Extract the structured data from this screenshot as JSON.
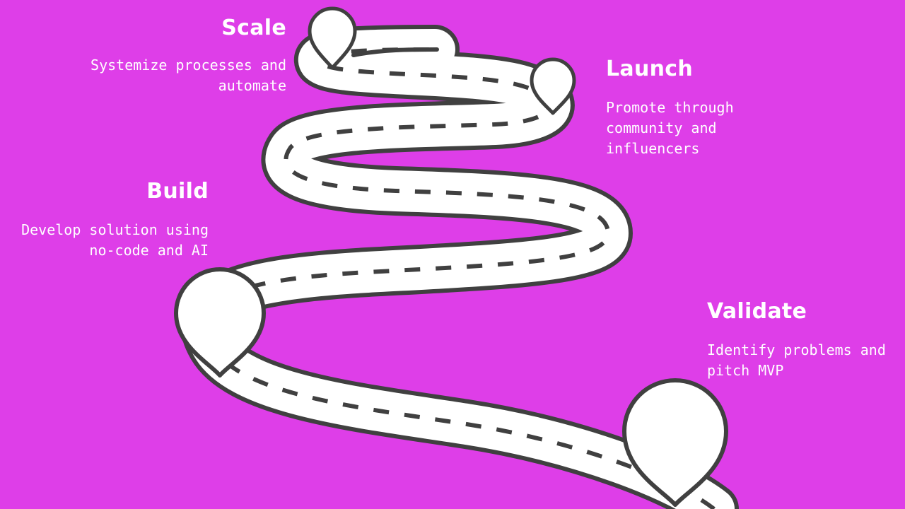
{
  "milestones": {
    "scale": {
      "title": "Scale",
      "description": "Systemize processes and automate"
    },
    "launch": {
      "title": "Launch",
      "description": "Promote through community and influencers"
    },
    "build": {
      "title": "Build",
      "description": "Develop solution using no-code and AI"
    },
    "validate": {
      "title": "Validate",
      "description": "Identify problems and pitch MVP"
    }
  },
  "colors": {
    "background": "#de3ee8",
    "road": "#ffffff",
    "outline": "#404040",
    "text": "#ffffff"
  },
  "icons": {
    "pin": "location-pin-icon"
  }
}
